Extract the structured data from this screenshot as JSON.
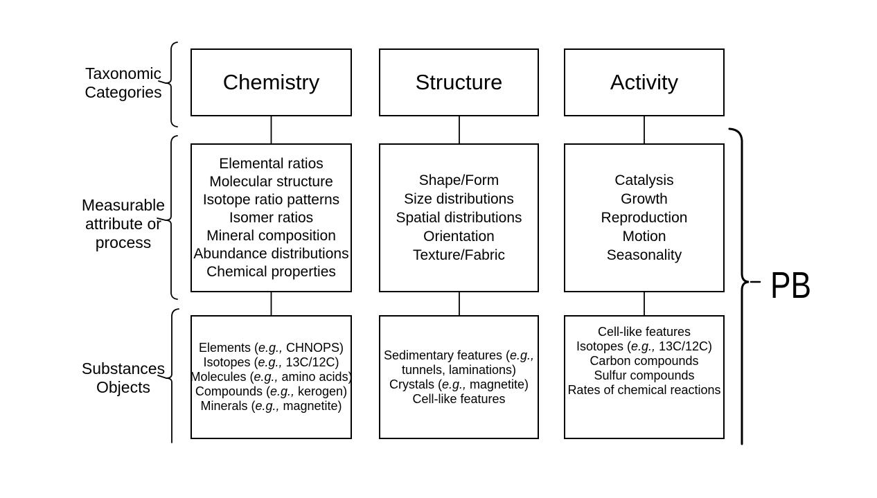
{
  "diagram": {
    "row_labels": [
      {
        "id": "taxonomic-categories",
        "lines": [
          "Taxonomic",
          "Categories"
        ]
      },
      {
        "id": "measurable-attribute-or-process",
        "lines": [
          "Measurable",
          "attribute or",
          "process"
        ]
      },
      {
        "id": "substances-objects",
        "lines": [
          "Substances",
          "Objects"
        ]
      }
    ],
    "columns": [
      {
        "title": "Chemistry",
        "measurables": [
          "Elemental ratios",
          "Molecular structure",
          "Isotope ratio patterns",
          "Isomer ratios",
          "Mineral composition",
          "Abundance distributions",
          "Chemical properties"
        ],
        "substances": [
          "Elements (e.g., CHNOPS)",
          "Isotopes (e.g., 13C/12C)",
          "Molecules (e.g., amino acids)",
          "Compounds (e.g., kerogen)",
          "Minerals (e.g., magnetite)"
        ]
      },
      {
        "title": "Structure",
        "measurables": [
          "Shape/Form",
          "Size distributions",
          "Spatial distributions",
          "Orientation",
          "Texture/Fabric"
        ],
        "substances": [
          "Sedimentary features (e.g.,",
          "tunnels, laminations)",
          "Crystals (e.g., magnetite)",
          "Cell-like features"
        ]
      },
      {
        "title": "Activity",
        "measurables": [
          "Catalysis",
          "Growth",
          "Reproduction",
          "Motion",
          "Seasonality"
        ],
        "substances": [
          "Cell-like features",
          "Isotopes (e.g., 13C/12C)",
          "Carbon compounds",
          "Sulfur compounds",
          "Rates of chemical reactions"
        ]
      }
    ],
    "pb_label": "PB",
    "italic_token": "e.g.,",
    "colors": {
      "ink": "#000000",
      "background": "#ffffff"
    }
  }
}
